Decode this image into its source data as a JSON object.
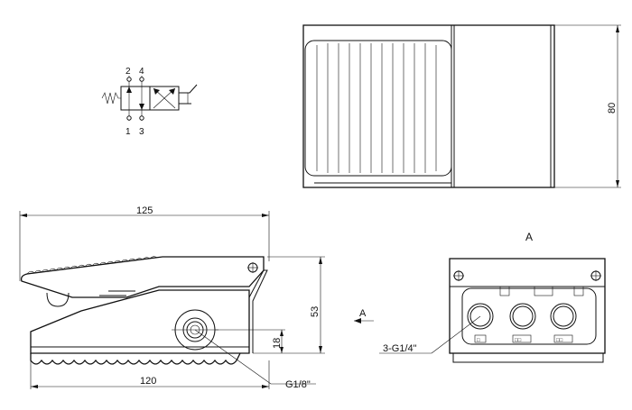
{
  "symbol": {
    "port_top_left": "2",
    "port_top_right": "4",
    "port_bottom_left": "1",
    "port_bottom_right": "3"
  },
  "dimensions": {
    "top_view_height": "80",
    "side_length_top": "125",
    "side_length_bottom": "120",
    "side_height": "53",
    "port_height": "18",
    "side_port_thread": "G1/8\"",
    "front_ports": "3-G1/4\""
  },
  "views": {
    "front_view_title": "A",
    "view_arrow_label": "A"
  },
  "port_marks": [
    "□",
    "□□",
    "□□"
  ]
}
